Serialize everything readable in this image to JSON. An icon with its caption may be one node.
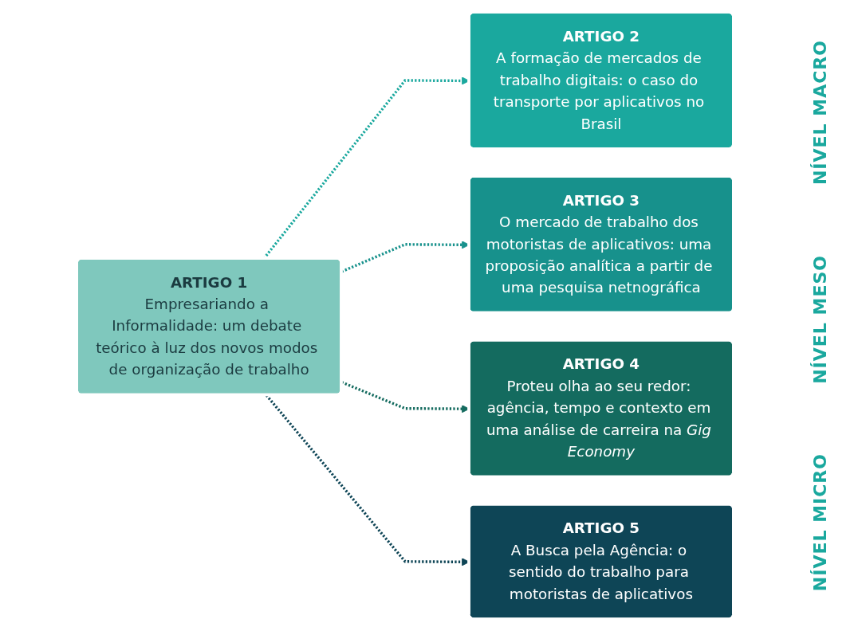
{
  "diagram": {
    "nodes": [
      {
        "text": [
          "ARTIGO 1",
          "Empresariando a Informalidade: um debate teórico à luz dos novos modos de organização de trabalho"
        ]
      },
      {
        "text": [
          "ARTIGO 2",
          "A formação de mercados de trabalho digitais: o caso do transporte por aplicativos no Brasil"
        ]
      },
      {
        "text": [
          "ARTIGO 3",
          "O mercado de trabalho dos motoristas de aplicativos: uma proposição analítica a partir de uma pesquisa netnográfica"
        ]
      },
      {
        "text": [
          "ARTIGO 4",
          "Proteu olha ao seu redor: agência, tempo e contexto em uma análise de carreira na *Gig Economy*"
        ]
      },
      {
        "text": [
          "ARTIGO 5",
          "A Busca pela Agência: o sentido do trabalho para motoristas de aplicativos"
        ]
      }
    ],
    "edges": [
      {
        "from": 0,
        "to": 1,
        "arrow": "to",
        "style": "dashed",
        "color": "#1aa89e"
      },
      {
        "from": 0,
        "to": 2,
        "arrow": "to",
        "style": "dashed",
        "color": "#17918c"
      },
      {
        "from": 0,
        "to": 3,
        "arrow": "to",
        "style": "dashed",
        "color": "#146b5f"
      },
      {
        "from": 0,
        "to": 4,
        "arrow": "to",
        "style": "dashed",
        "color": "#0e4556"
      }
    ],
    "labels": [
      "NÍVEL MACRO",
      "NÍVEL MESO",
      "NÍVEL MICRO"
    ]
  }
}
